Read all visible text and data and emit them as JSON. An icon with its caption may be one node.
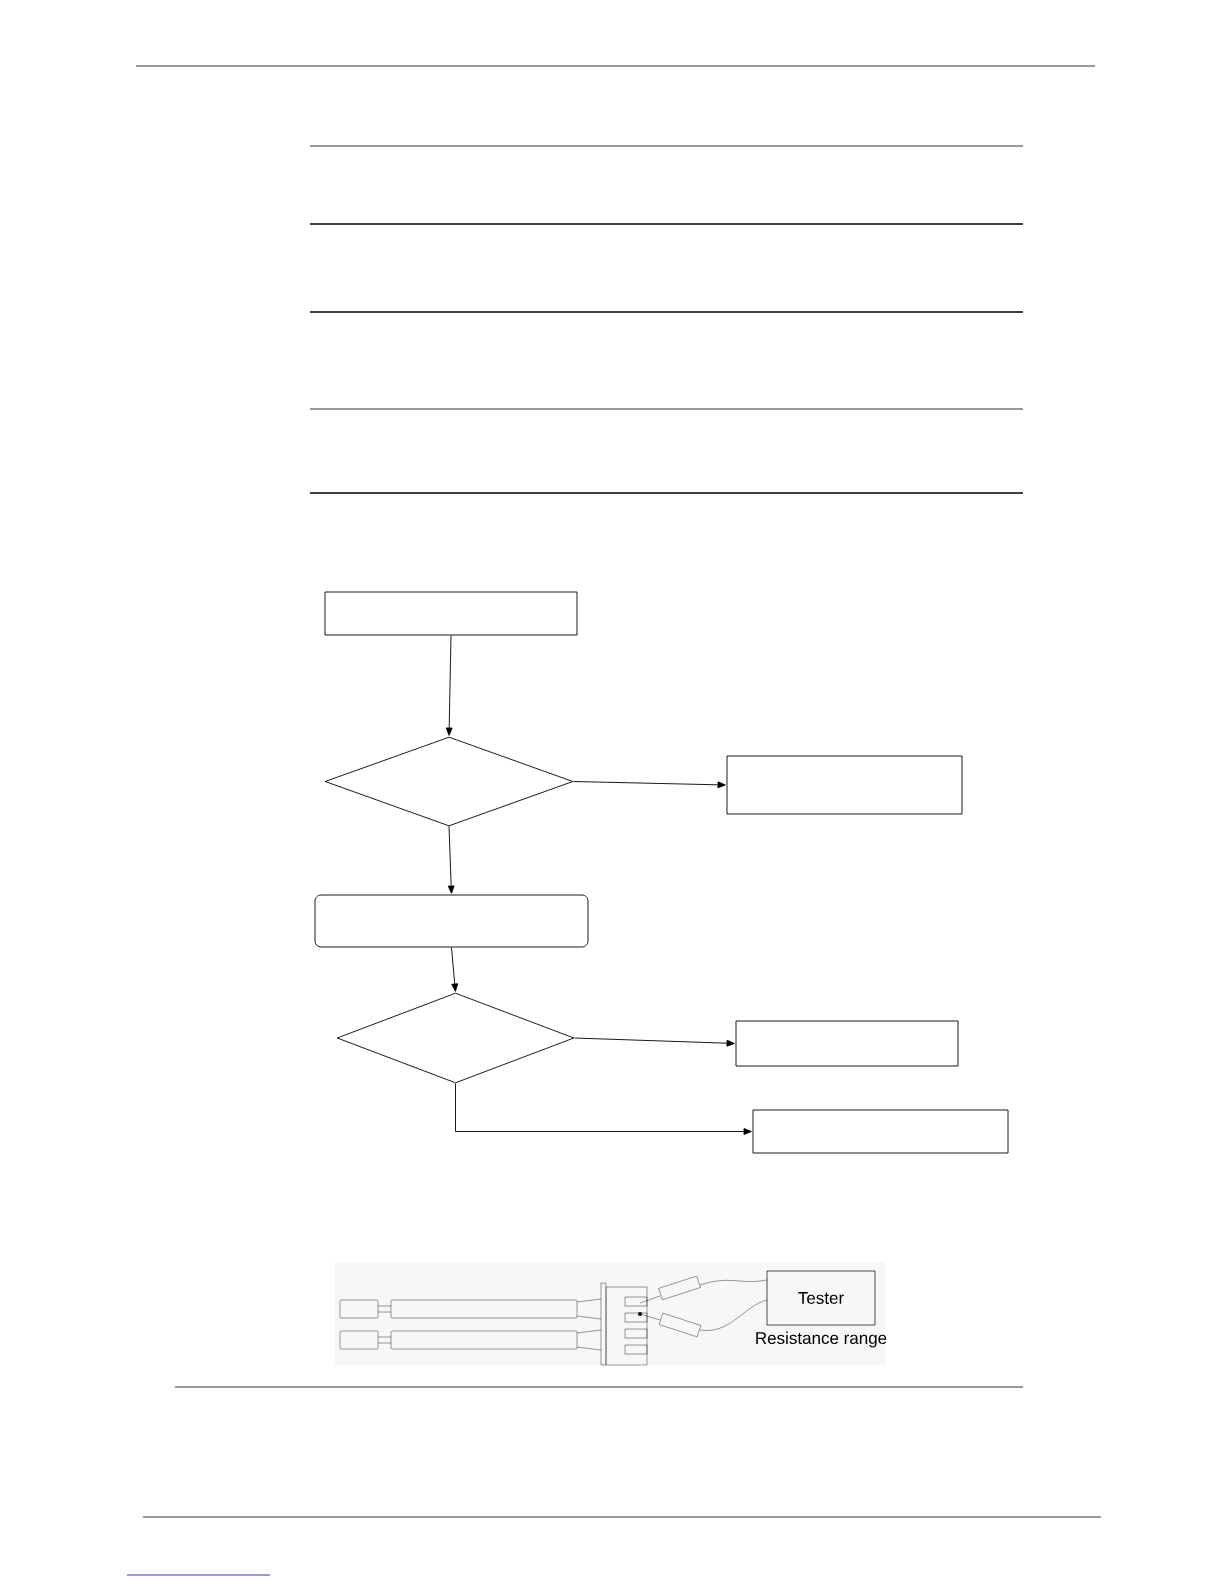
{
  "diagram": {
    "nodes": [
      {
        "text": [],
        "shape": "box"
      },
      {
        "text": [],
        "shape": "diamond"
      },
      {
        "text": [],
        "shape": "box"
      },
      {
        "text": [],
        "shape": "box"
      },
      {
        "text": [],
        "shape": "diamond"
      },
      {
        "text": [],
        "shape": "box"
      },
      {
        "text": [],
        "shape": "box"
      },
      {
        "text": [
          "Tester"
        ],
        "beside": [
          "Resistance range"
        ]
      }
    ],
    "edges": [
      {
        "from": 0,
        "to": 1,
        "arrow": "to"
      },
      {
        "from": 1,
        "to": 2,
        "arrow": "to"
      },
      {
        "from": 1,
        "to": 3,
        "arrow": "to"
      },
      {
        "from": 3,
        "to": 4,
        "arrow": "to"
      },
      {
        "from": 4,
        "to": 5,
        "arrow": "to"
      },
      {
        "from": 4,
        "to": 6,
        "arrow": "to"
      }
    ]
  }
}
